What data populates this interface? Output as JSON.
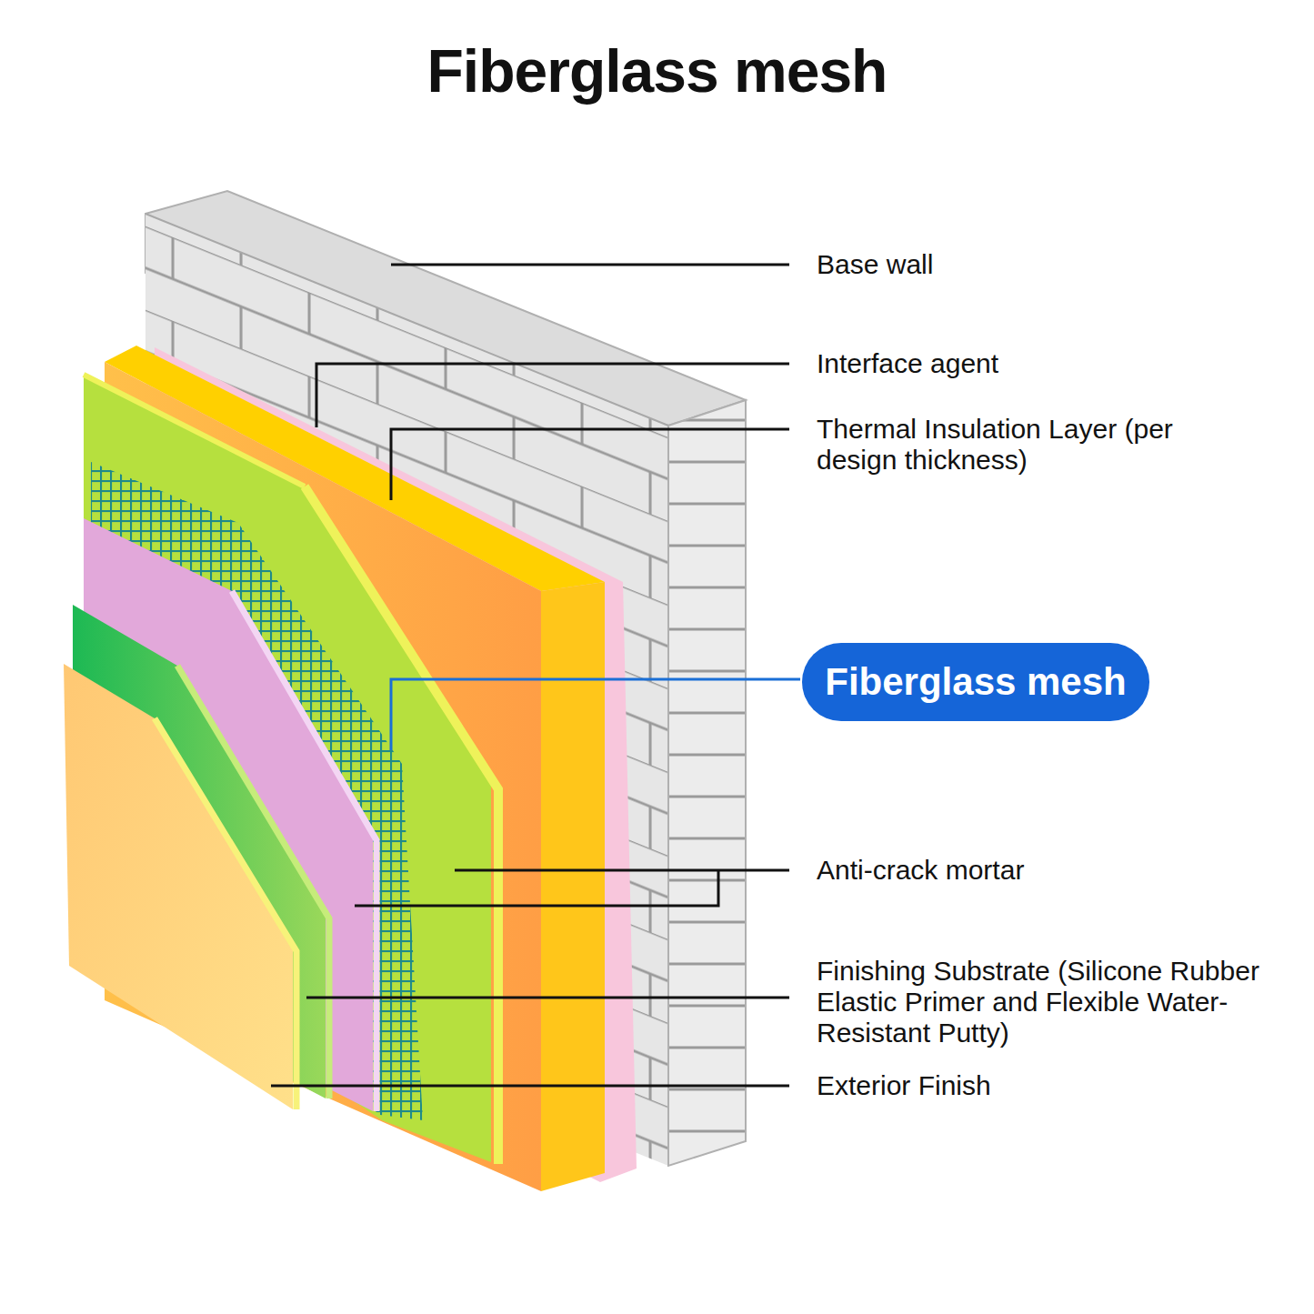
{
  "diagram": {
    "title": "Fiberglass mesh",
    "nodes": [
      {
        "text": [
          "Fiberglass mesh"
        ]
      }
    ],
    "labels": [
      "Base wall",
      "Interface agent",
      "Thermal Insulation Layer (per design thickness)",
      "Anti-crack mortar",
      "Finishing Substrate (Silicone Rubber Elastic Primer and Flexible Water-Resistant Putty)",
      "Exterior Finish"
    ]
  }
}
